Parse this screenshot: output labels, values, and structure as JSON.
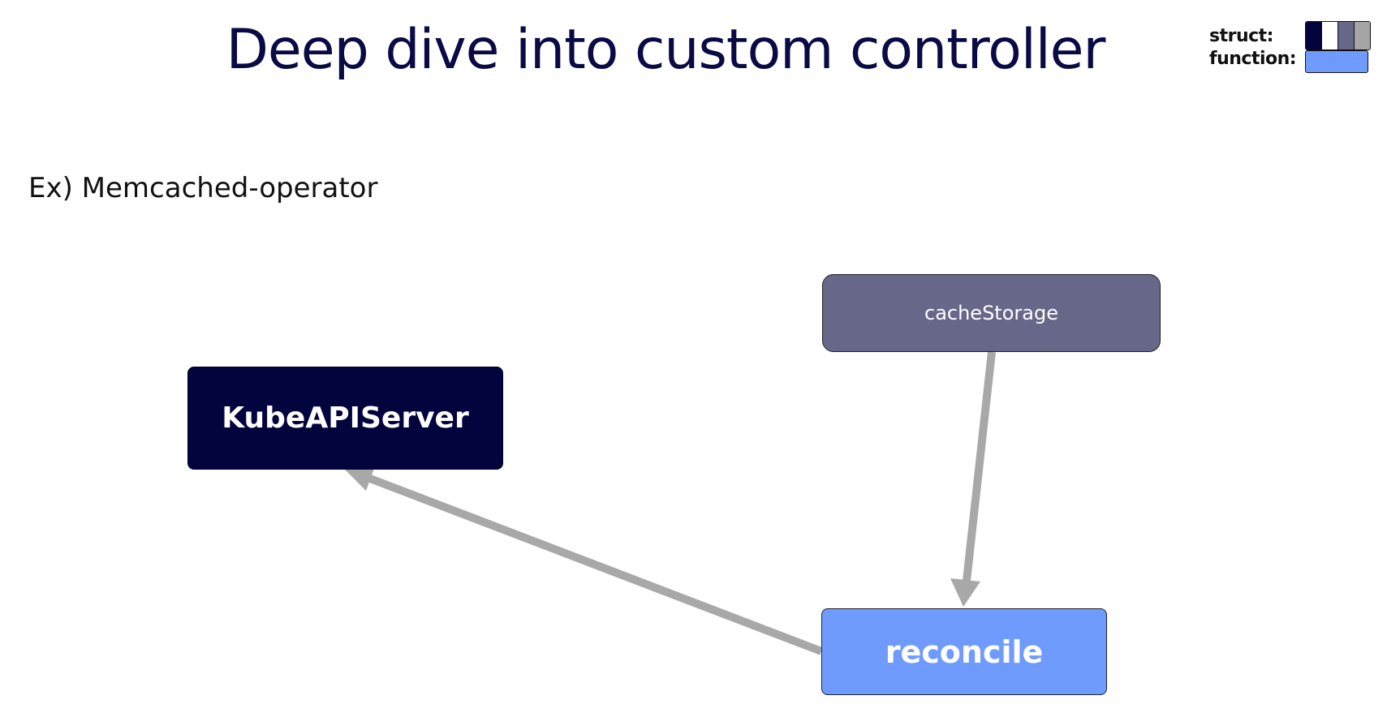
{
  "title": "Deep dive into custom controller",
  "subtitle": "Ex) Memcached-operator",
  "legend": {
    "struct_label": "struct:",
    "function_label": "function:",
    "struct_colors": [
      "#03033d",
      "#ffffff",
      "#666789",
      "#a5a5a5"
    ],
    "function_color": "#6f9bff"
  },
  "nodes": {
    "kube_api_server": {
      "label": "KubeAPIServer",
      "color": "#03033d"
    },
    "cache_storage": {
      "label": "cacheStorage",
      "color": "#666789"
    },
    "reconcile": {
      "label": "reconcile",
      "color": "#6f9bff"
    }
  },
  "edges": [
    {
      "from": "cacheStorage",
      "to": "reconcile"
    },
    {
      "from": "reconcile",
      "to": "KubeAPIServer"
    }
  ],
  "edge_color": "#a8a8a8"
}
